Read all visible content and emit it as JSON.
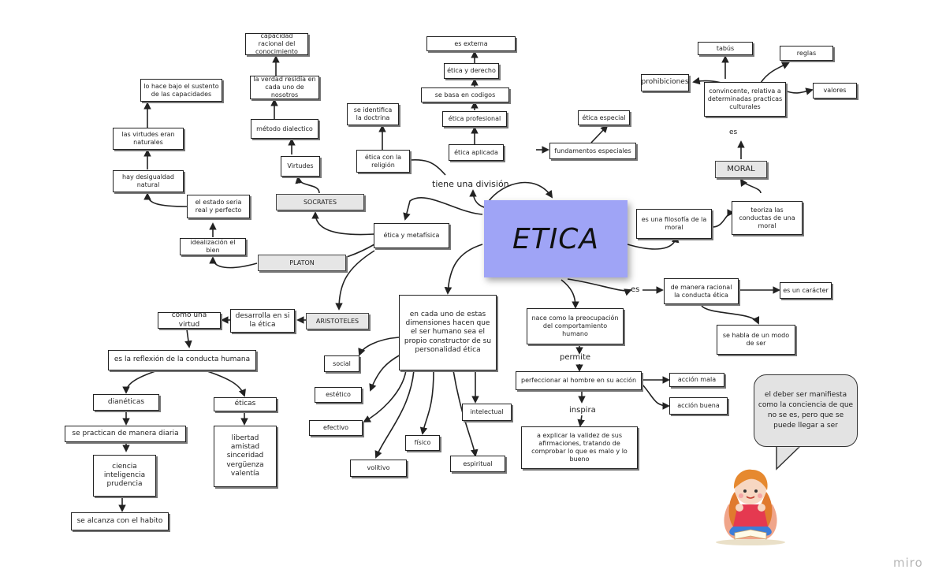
{
  "center": "ETICA",
  "labels": {
    "division": "tiene una división",
    "es1": "es",
    "es2": "es",
    "permite": "permite",
    "inspira": "inspira"
  },
  "nodes": {
    "capacidad": "capacidad racional del conocimiento",
    "verdad": "la verdad residía en cada uno de nosotros",
    "metodo": "método dialectico",
    "virtudes": "Virtudes",
    "socrates": "SOCRATES",
    "lohace": "lo hace bajo el sustento de las capacidades",
    "virtudes_naturales": "las virtudes eran naturales",
    "desigualdad": "hay desigualdad natural",
    "estado": "el estado seria real y perfecto",
    "idealizacion": "idealización el bien",
    "platon": "PLATON",
    "etica_metafisica": "ética y metafísica",
    "identifica": "se identifica la doctrina",
    "etica_religion": "ética con la religión",
    "externa": "es externa",
    "etica_derecho": "ética y derecho",
    "codigos": "se basa en codigos",
    "profesional": "ética profesional",
    "aplicada": "ética aplicada",
    "especial": "ética especial",
    "fundamentos": "fundamentos especiales",
    "tabus": "tabús",
    "reglas": "reglas",
    "prohibiciones": "prohibiciones",
    "convincente": "convincente, relativa a determinadas practicas culturales",
    "valores": "valores",
    "moral": "MORAL",
    "filosofia": "es una filosofía de la moral",
    "teoriza": "teoriza las conductas de una moral",
    "racional": "de manera racional la conducta ética",
    "caracter": "es un carácter",
    "modo_ser": "se habla de un modo de ser",
    "aristoteles": "ARISTOTELES",
    "desarrolla": "desarrolla en si la ética",
    "virtud": "como una virtud",
    "reflexion": "es la reflexión de la conducta humana",
    "dianeticas": "dianéticas",
    "practican": "se practican de manera diaria",
    "ciencia": "ciencia\ninteligencia\nprudencia",
    "habito": "se alcanza con el habito",
    "eticas": "éticas",
    "libertad": "libertad\namistad\nsinceridad\nvergüenza\nvalentía",
    "dimensiones": "en cada uno de estas dimensiones hacen que el ser humano sea el propio constructor de su personalidad ética",
    "social": "social",
    "estetico": "estético",
    "efectivo": "efectivo",
    "volitivo": "volitivo",
    "fisico": "físico",
    "espiritual": "espiritual",
    "intelectual": "intelectual",
    "preocupacion": "nace como la preocupación del comportamiento humano",
    "perfeccionar": "perfeccionar al hombre en su acción",
    "mala": "acción mala",
    "buena": "acción buena",
    "explicar": "a explicar la validez de sus afirmaciones, tratando de comprobar lo que es malo y lo bueno"
  },
  "bubble": "el deber ser manifiesta como la conciencia de que no se es, pero que se puede llegar a ser",
  "watermark": "miro",
  "colors": {
    "center": "#9fa4f6",
    "gray_box": "#e6e6e6",
    "bubble": "#e3e3e3",
    "line": "#222222"
  }
}
